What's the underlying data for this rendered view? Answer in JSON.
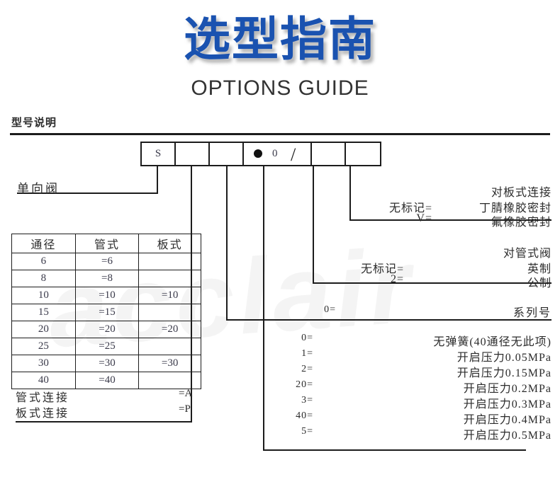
{
  "header": {
    "title_cn": "选型指南",
    "title_en": "OPTIONS GUIDE",
    "title_color": "#1A52B0"
  },
  "section": {
    "label": "型号说明"
  },
  "watermark": {
    "text": "acclair"
  },
  "code_row": {
    "cells": [
      {
        "text": "S"
      },
      {
        "text": ""
      },
      {
        "text": ""
      },
      {
        "text": ""
      },
      {
        "text": ""
      },
      {
        "text": ""
      }
    ],
    "dot_symbol": "●",
    "zero_symbol": "0",
    "slash_symbol": "/"
  },
  "left_label": {
    "check_valve": "单向阀"
  },
  "spec_table": {
    "headers": [
      "通径",
      "管式",
      "板式"
    ],
    "rows": [
      [
        "6",
        "=6",
        ""
      ],
      [
        "8",
        "=8",
        ""
      ],
      [
        "10",
        "=10",
        "=10"
      ],
      [
        "15",
        "=15",
        ""
      ],
      [
        "20",
        "=20",
        "=20"
      ],
      [
        "25",
        "=25",
        ""
      ],
      [
        "30",
        "=30",
        "=30"
      ],
      [
        "40",
        "=40",
        ""
      ]
    ]
  },
  "connection_types": [
    {
      "label": "管式连接",
      "code": "=A"
    },
    {
      "label": "板式连接",
      "code": "=P"
    }
  ],
  "seal_group": {
    "heading": "对板式连接",
    "items": [
      {
        "key": "无标记=",
        "value": "丁腈橡胶密封"
      },
      {
        "key": "V=",
        "value": "氟橡胶密封"
      }
    ]
  },
  "thread_group": {
    "heading": "对管式阀",
    "items": [
      {
        "key": "无标记=",
        "value": "英制"
      },
      {
        "key": "2=",
        "value": "公制"
      }
    ]
  },
  "series_group": {
    "key": "0=",
    "value": "系列号"
  },
  "pressure_group": {
    "items": [
      {
        "key": "0=",
        "value": "无弹簧(40通径无此项)"
      },
      {
        "key": "1=",
        "value": "开启压力0.05MPa"
      },
      {
        "key": "2=",
        "value": "开启压力0.15MPa"
      },
      {
        "key": "20=",
        "value": "开启压力0.2MPa"
      },
      {
        "key": "3=",
        "value": "开启压力0.3MPa"
      },
      {
        "key": "40=",
        "value": "开启压力0.4MPa"
      },
      {
        "key": "5=",
        "value": "开启压力0.5MPa"
      }
    ]
  }
}
